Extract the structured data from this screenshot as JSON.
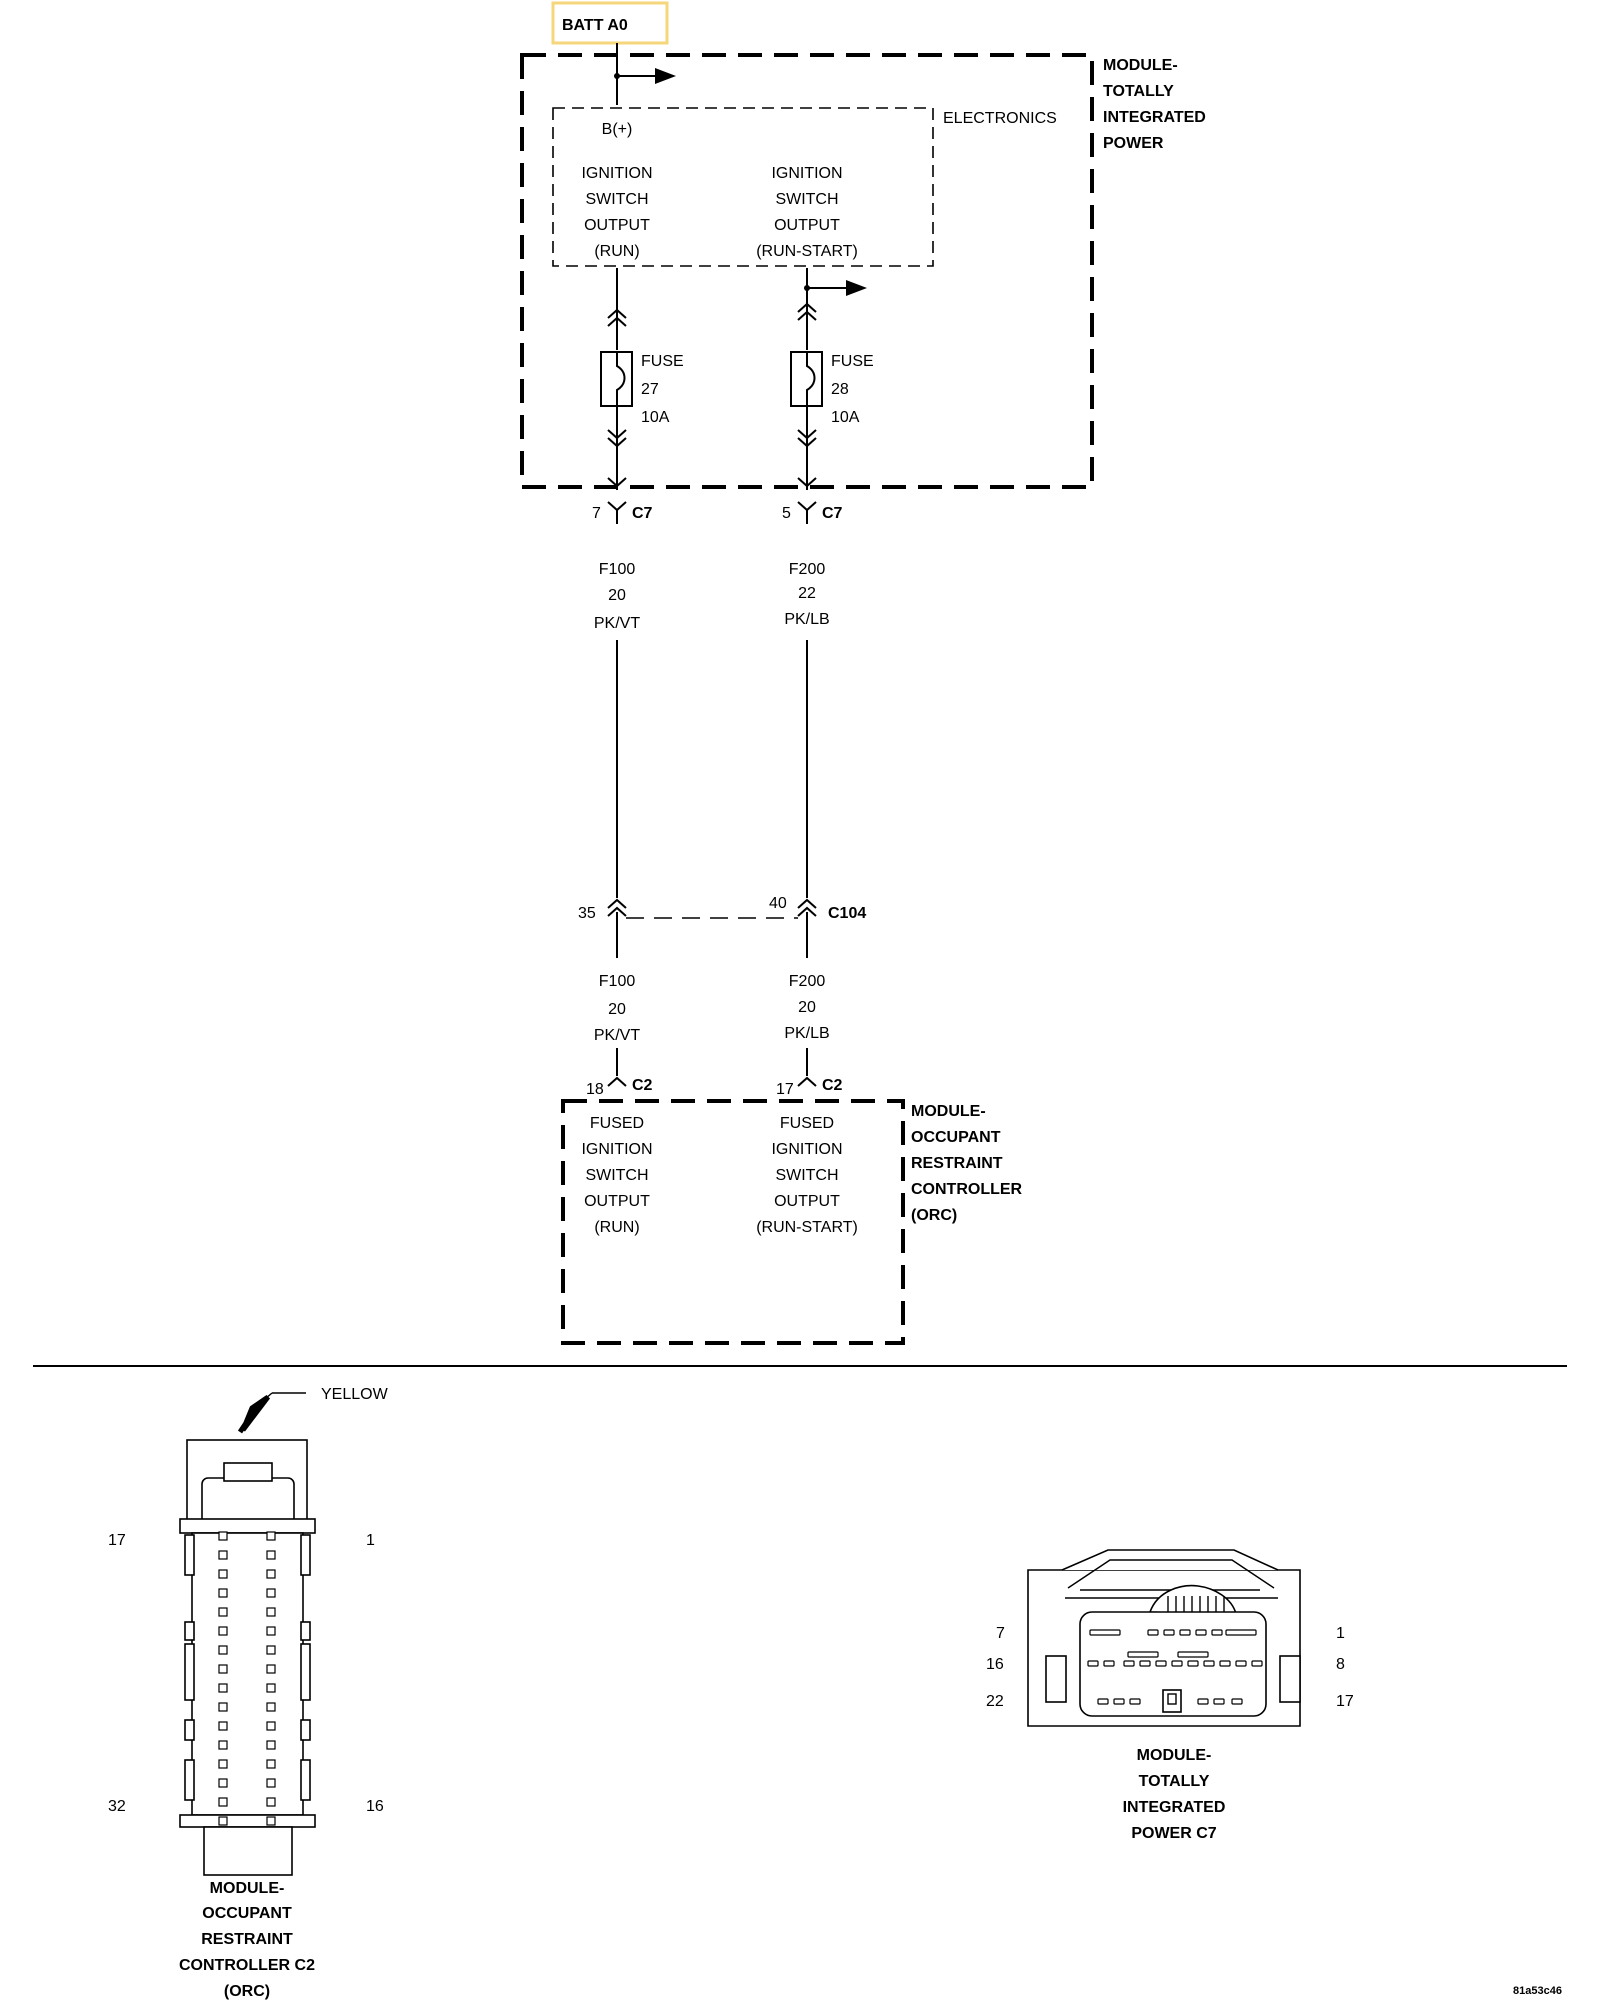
{
  "batt": {
    "label": "BATT A0",
    "border_color": "#f5d67a"
  },
  "tipm": {
    "lines": [
      "MODULE-",
      "TOTALLY",
      "INTEGRATED",
      "POWER"
    ]
  },
  "electronics": {
    "label": "ELECTRONICS",
    "bplus": "B(+)",
    "run_output": [
      "IGNITION",
      "SWITCH",
      "OUTPUT",
      "(RUN)"
    ],
    "runstart_output": [
      "IGNITION",
      "SWITCH",
      "OUTPUT",
      "(RUN-START)"
    ]
  },
  "fuses": [
    {
      "label": "FUSE",
      "number": "27",
      "rating": "10A"
    },
    {
      "label": "FUSE",
      "number": "28",
      "rating": "10A"
    }
  ],
  "c7": {
    "left": {
      "pin": "7",
      "connector": "C7"
    },
    "right": {
      "pin": "5",
      "connector": "C7"
    }
  },
  "wires_upper": [
    {
      "circuit": "F100",
      "gauge": "20",
      "color": "PK/VT"
    },
    {
      "circuit": "F200",
      "gauge": "22",
      "color": "PK/LB"
    }
  ],
  "c104": {
    "connector": "C104",
    "left_pin": "35",
    "right_pin": "40"
  },
  "wires_lower": [
    {
      "circuit": "F100",
      "gauge": "20",
      "color": "PK/VT"
    },
    {
      "circuit": "F200",
      "gauge": "20",
      "color": "PK/LB"
    }
  ],
  "c2": {
    "left": {
      "pin": "18",
      "connector": "C2"
    },
    "right": {
      "pin": "17",
      "connector": "C2"
    }
  },
  "orc": {
    "lines": [
      "MODULE-",
      "OCCUPANT",
      "RESTRAINT",
      "CONTROLLER",
      "(ORC)"
    ],
    "run_input": [
      "FUSED",
      "IGNITION",
      "SWITCH",
      "OUTPUT",
      "(RUN)"
    ],
    "runstart_input": [
      "FUSED",
      "IGNITION",
      "SWITCH",
      "OUTPUT",
      "(RUN-START)"
    ]
  },
  "c2_view": {
    "color_label": "YELLOW",
    "pin_tl": "17",
    "pin_tr": "1",
    "pin_bl": "32",
    "pin_br": "16",
    "caption": [
      "MODULE-",
      "OCCUPANT",
      "RESTRAINT",
      "CONTROLLER C2",
      "(ORC)"
    ]
  },
  "c7_view": {
    "pins_left": [
      "7",
      "16",
      "22"
    ],
    "pins_right": [
      "1",
      "8",
      "17"
    ],
    "caption": [
      "MODULE-",
      "TOTALLY",
      "INTEGRATED",
      "POWER C7"
    ]
  },
  "figure_id": "81a53c46"
}
